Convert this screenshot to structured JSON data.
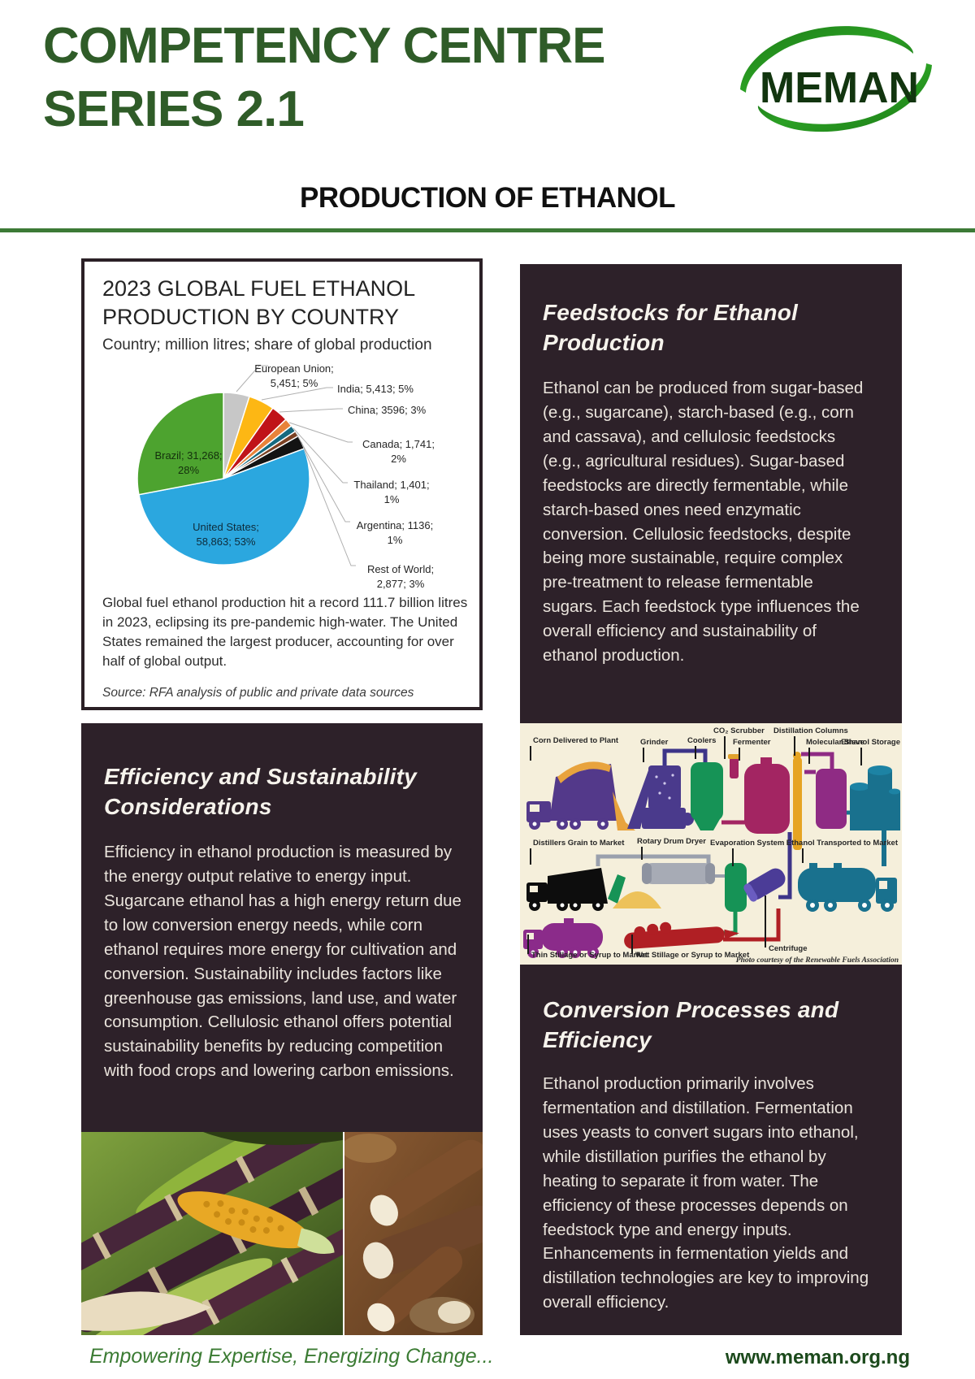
{
  "header": {
    "title_line1": "COMPETENCY CENTRE",
    "title_line2": "SERIES 2.1",
    "logo_text": "MEMAN"
  },
  "page_title": "PRODUCTION OF ETHANOL",
  "chart_card": {
    "title": "2023 GLOBAL FUEL ETHANOL PRODUCTION BY COUNTRY",
    "subtitle": "Country; million litres; share of global production",
    "caption": "Global fuel ethanol production hit a record 111.7 billion litres in 2023, eclipsing its pre-pandemic high-water. The United States remained the largest producer, accounting for over half of global output.",
    "source": "Source: RFA analysis of public and private data sources"
  },
  "chart_data": {
    "type": "pie",
    "title": "2023 GLOBAL FUEL ETHANOL PRODUCTION BY COUNTRY",
    "subtitle": "Country; million litres; share of global production",
    "units": "million litres",
    "total_label": "111.7 billion litres (2023)",
    "legend_position": "callout-labels",
    "slices": [
      {
        "label": "European Union",
        "value": 5451,
        "share": "5%",
        "color": "#c7c7c7"
      },
      {
        "label": "India",
        "value": 5413,
        "share": "5%",
        "color": "#fdb714"
      },
      {
        "label": "China",
        "value": 3596,
        "share": "3%",
        "color": "#c01318"
      },
      {
        "label": "Canada",
        "value": 1741,
        "share": "2%",
        "color": "#e8833a"
      },
      {
        "label": "Thailand",
        "value": 1401,
        "share": "1%",
        "color": "#15697f"
      },
      {
        "label": "Argentina",
        "value": 1136,
        "share": "1%",
        "color": "#7c4224"
      },
      {
        "label": "Rest of World",
        "value": 2877,
        "share": "3%",
        "color": "#131313"
      },
      {
        "label": "United States",
        "value": 58863,
        "share": "53%",
        "color": "#2ba7df"
      },
      {
        "label": "Brazil",
        "value": 31268,
        "share": "28%",
        "color": "#4da32f"
      }
    ],
    "callouts": {
      "eu": "European Union;\n5,451; 5%",
      "india": "India; 5,413; 5%",
      "china": "China; 3596; 3%",
      "canada": "Canada; 1,741;\n2%",
      "thailand": "Thailand; 1,401;\n1%",
      "argentina": "Argentina; 1136;\n1%",
      "row": "Rest of World;\n2,877; 3%",
      "brazil": "Brazil; 31,268;\n28%",
      "us": "United States;\n58,863; 53%"
    }
  },
  "sections": {
    "feedstocks": {
      "heading": "Feedstocks for Ethanol Production",
      "body": "Ethanol can be produced from sugar-based (e.g., sugarcane), starch-based (e.g., corn and cassava), and cellulosic feedstocks (e.g., agricultural residues). Sugar-based feedstocks are directly fermentable, while starch-based ones need enzymatic conversion. Cellulosic feedstocks, despite being more sustainable, require complex pre-treatment to release fermentable sugars. Each feedstock type influences the overall efficiency and sustainability of ethanol production."
    },
    "efficiency": {
      "heading": "Efficiency and Sustainability Considerations",
      "body": "Efficiency in ethanol production is measured by the energy output relative to energy input. Sugarcane ethanol has a high energy return due to low conversion energy needs, while corn ethanol requires more energy for cultivation and conversion. Sustainability includes factors like greenhouse gas emissions, land use, and water consumption. Cellulosic ethanol offers potential sustainability benefits by reducing competition with food crops and lowering carbon emissions."
    },
    "conversion": {
      "heading": "Conversion Processes and Efficiency",
      "body": "Ethanol production primarily involves fermentation and distillation. Fermentation uses yeasts to convert sugars into ethanol, while distillation purifies the ethanol by heating to separate it from water. The efficiency of these processes depends on feedstock type and energy inputs. Enhancements in fermentation yields and distillation technologies are key to improving overall efficiency."
    }
  },
  "diagram": {
    "labels": {
      "corn_delivered": "Corn Delivered to Plant",
      "grinder": "Grinder",
      "coolers": "Coolers",
      "co2_scrubber": "CO₂ Scrubber",
      "fermenter": "Fermenter",
      "distillation_columns": "Distillation Columns",
      "molecular_sieve": "Molecular Sieve",
      "ethanol_storage": "Ethanol Storage",
      "distillers_grain": "Distillers Grain to Market",
      "rotary_dryer": "Rotary Drum Dryer",
      "evaporation": "Evaporation System",
      "ethanol_transported": "Ethanol Transported to Market",
      "thin_stillage": "Thin Stillage or Syrup to Market",
      "wet_stillage": "Wet Stillage or Syrup to Market",
      "centrifuge": "Centrifuge",
      "photo_credit": "Photo courtesy of the Renewable Fuels Association"
    }
  },
  "footer": {
    "tagline": "Empowering Expertise, Energizing Change...",
    "website": "www.meman.org.ng"
  },
  "colors": {
    "brand_green": "#2f5c28",
    "rule_green": "#3c7a36",
    "card_dark": "#2d2129",
    "diagram_cream": "#f5efdb"
  }
}
